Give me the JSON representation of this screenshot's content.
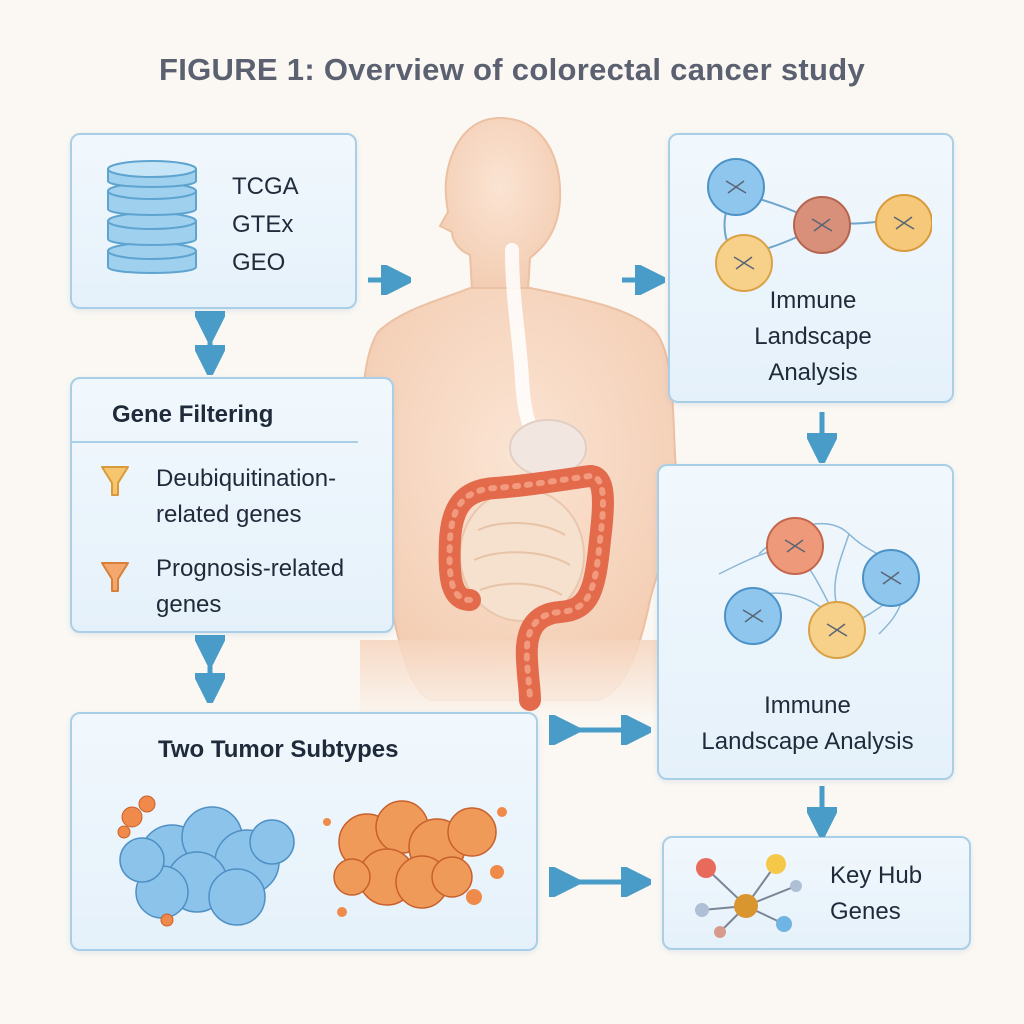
{
  "title": "FIGURE 1: Overview of colorectal cancer study",
  "databases": {
    "items": [
      "TCGA",
      "GTEx",
      "GEO"
    ]
  },
  "gene_filtering": {
    "heading": "Gene Filtering",
    "item1_line1": "Deubiquitination-",
    "item1_line2": "related genes",
    "item2_line1": "Prognosis-related",
    "item2_line2": "genes"
  },
  "subtypes": {
    "heading": "Two Tumor Subtypes"
  },
  "immune1": {
    "line1": "Immune",
    "line2": "Landscape",
    "line3": "Analysis"
  },
  "immune2": {
    "line1": "Immune",
    "line2": "Landscape Analysis"
  },
  "hub": {
    "line1": "Key Hub",
    "line2": "Genes"
  },
  "colors": {
    "border": "#a9cfe8",
    "arrow": "#4a9cc8",
    "cell_blue": "#6fb4e3",
    "cell_orange": "#ef8a4a",
    "cell_yellow": "#f5c66e",
    "cell_red": "#d8866f",
    "skin": "#f7d8c2",
    "colon": "#e46a4c"
  },
  "icons": [
    "database-icon",
    "funnel-icon",
    "immune-network-icon",
    "tumor-cells-icon",
    "hub-network-icon",
    "human-body-icon"
  ]
}
